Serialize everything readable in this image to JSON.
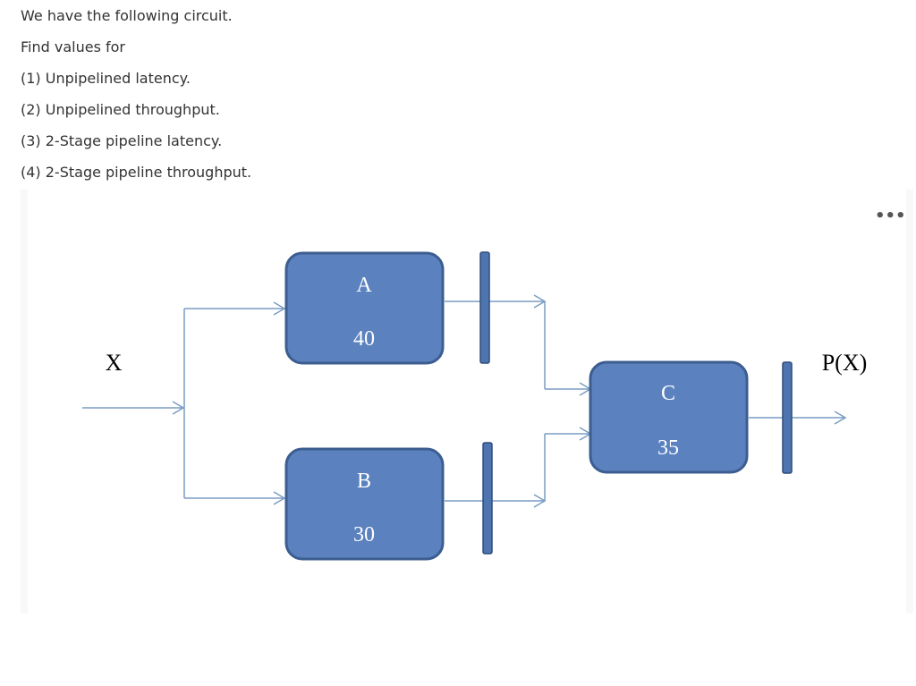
{
  "question": {
    "lines": [
      "We have the following circuit.",
      "Find values for",
      "(1) Unpipelined latency.",
      "(2) Unpipelined throughput.",
      "(3) 2-Stage pipeline latency.",
      "(4) 2-Stage pipeline throughput."
    ]
  },
  "figure": {
    "menu_icon": "more-horizontal-icon",
    "menu_glyph": "•••",
    "input_label": "X",
    "output_label": "P(X)",
    "blocks": {
      "a": {
        "name": "A",
        "delay": "40"
      },
      "b": {
        "name": "B",
        "delay": "30"
      },
      "c": {
        "name": "C",
        "delay": "35"
      }
    },
    "colors": {
      "block_fill": "#5b82bf",
      "block_border": "#3c5d8f",
      "wire": "#7a9cc4"
    }
  }
}
